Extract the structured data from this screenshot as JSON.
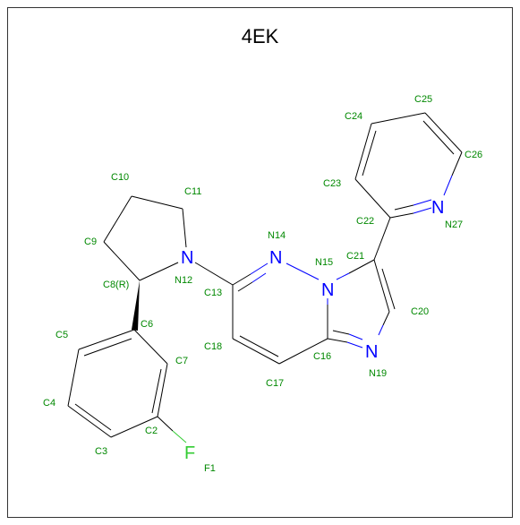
{
  "title": "4EK",
  "colors": {
    "bond": "#000000",
    "nitrogen": "#0000ff",
    "fluorine": "#33cc33",
    "atom_label": "#008800"
  },
  "hetero_symbols": {
    "nitrogen": "N",
    "fluorine": "F"
  },
  "atom_labels": {
    "F1": "F1",
    "C2": "C2",
    "C3": "C3",
    "C4": "C4",
    "C5": "C5",
    "C6": "C6",
    "C7": "C7",
    "C8": "C8(R)",
    "C9": "C9",
    "C10": "C10",
    "C11": "C11",
    "N12": "N12",
    "C13": "C13",
    "N14": "N14",
    "N15": "N15",
    "C16": "C16",
    "C17": "C17",
    "C18": "C18",
    "N19": "N19",
    "C20": "C20",
    "C21": "C21",
    "C22": "C22",
    "C23": "C23",
    "C24": "C24",
    "C25": "C25",
    "C26": "C26",
    "N27": "N27"
  }
}
